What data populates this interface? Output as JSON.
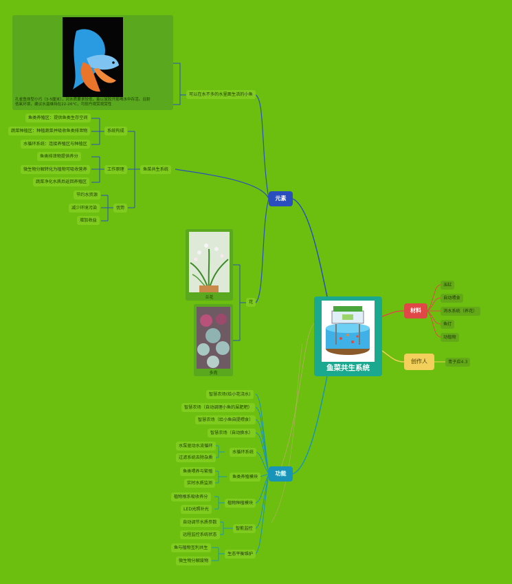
{
  "root": {
    "title": "鱼菜共生系统"
  },
  "elements": {
    "label": "元素",
    "fish": {
      "label": "可以在水不多的水里面生活的小鱼",
      "desc_line1": "孔雀鱼体型小巧（3-5厘米），对水质要求较低，能以鼠胶开筋喝水中存活。且耐",
      "desc_line2": "低氧环境，建议水温维持在22-26°C，可耐丹观赏观赏性"
    },
    "system": {
      "label": "鱼菜共生系统",
      "composition": {
        "label": "系统构成",
        "items": [
          "鱼类养殖区：提供鱼类生存空间",
          "蔬菜种植区：种植蔬菜并吸收鱼类排泄物",
          "水循环系统：连接养殖区与种植区"
        ]
      },
      "principle": {
        "label": "工作原理",
        "items": [
          "鱼类排泄物提供养分",
          "微生物分解转化为植物可吸收营养",
          "蔬菜净化水质后返回养殖区"
        ]
      },
      "advantages": {
        "label": "优势",
        "items": [
          "节约水资源",
          "减少环境污染",
          "增加收益"
        ]
      }
    },
    "plants": {
      "label": "花",
      "items": [
        "兰花",
        "多肉"
      ]
    }
  },
  "materials": {
    "label": "材料",
    "items": [
      "玉缸",
      "自动喂食",
      "消水系统（养花）",
      "鱼灯",
      "动植物"
    ]
  },
  "creator": {
    "label": "创作人",
    "items": [
      "青子应4.3"
    ]
  },
  "functions": {
    "label": "功能",
    "singles": [
      "智慧农场(给小花浇水)",
      "智慧农场（自动调理小鱼的屎肥粑）",
      "智慧农场（给小鱼自提喂食）",
      "智慧农场（自动换水）"
    ],
    "groups": [
      {
        "label": "水循环系统",
        "items": [
          "水泵驱动水流循环",
          "过滤系统去除杂质"
        ]
      },
      {
        "label": "鱼类养殖模块",
        "items": [
          "鱼类喂养与繁殖",
          "实时水质监测"
        ]
      },
      {
        "label": "植物种植模块",
        "items": [
          "植物根系吸收养分",
          "LED光照补光"
        ]
      },
      {
        "label": "智能监控",
        "items": [
          "自动调节水质参数",
          "远程监控系统状态"
        ]
      },
      {
        "label": "生态平衡维护",
        "items": [
          "鱼与植物互利共生",
          "微生物分解废物"
        ]
      }
    ]
  },
  "colors": {
    "background": "#6cbf0f",
    "elements": "#2a4ebd",
    "functions": "#1794b8",
    "materials": "#e04848",
    "creator": "#f3d05c",
    "root": "#1aa98f"
  }
}
